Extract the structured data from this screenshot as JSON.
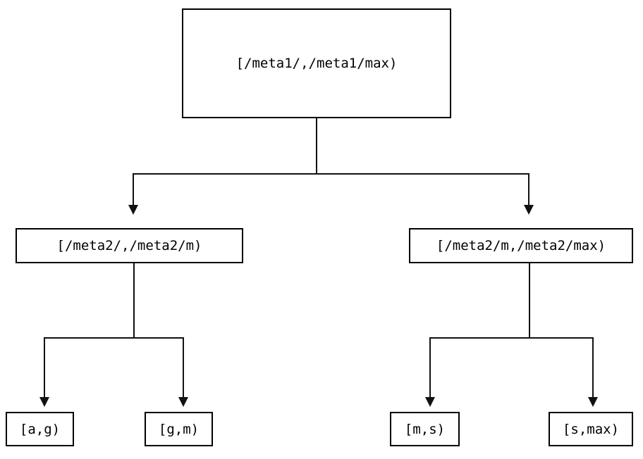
{
  "diagram": {
    "type": "tree",
    "orientation": "top-down",
    "background_color": "#ffffff",
    "line_color": "#111111",
    "box_border_color": "#000000",
    "text_color": "#000000",
    "nodes": {
      "root": {
        "label": "[/meta1/,/meta1/max)",
        "level": 1
      },
      "level2_left": {
        "label": "[/meta2/,/meta2/m)",
        "level": 2
      },
      "level2_right": {
        "label": "[/meta2/m,/meta2/max)",
        "level": 2
      },
      "leaf_ag": {
        "label": "[a,g)",
        "level": 3
      },
      "leaf_gm": {
        "label": "[g,m)",
        "level": 3
      },
      "leaf_ms": {
        "label": "[m,s)",
        "level": 3
      },
      "leaf_smax": {
        "label": "[s,max)",
        "level": 3
      }
    },
    "edges": [
      {
        "from": "root",
        "to": "level2_left",
        "arrow": "down"
      },
      {
        "from": "root",
        "to": "level2_right",
        "arrow": "down"
      },
      {
        "from": "level2_left",
        "to": "leaf_ag",
        "arrow": "down"
      },
      {
        "from": "level2_left",
        "to": "leaf_gm",
        "arrow": "down"
      },
      {
        "from": "level2_right",
        "to": "leaf_ms",
        "arrow": "down"
      },
      {
        "from": "level2_right",
        "to": "leaf_smax",
        "arrow": "down"
      }
    ]
  }
}
